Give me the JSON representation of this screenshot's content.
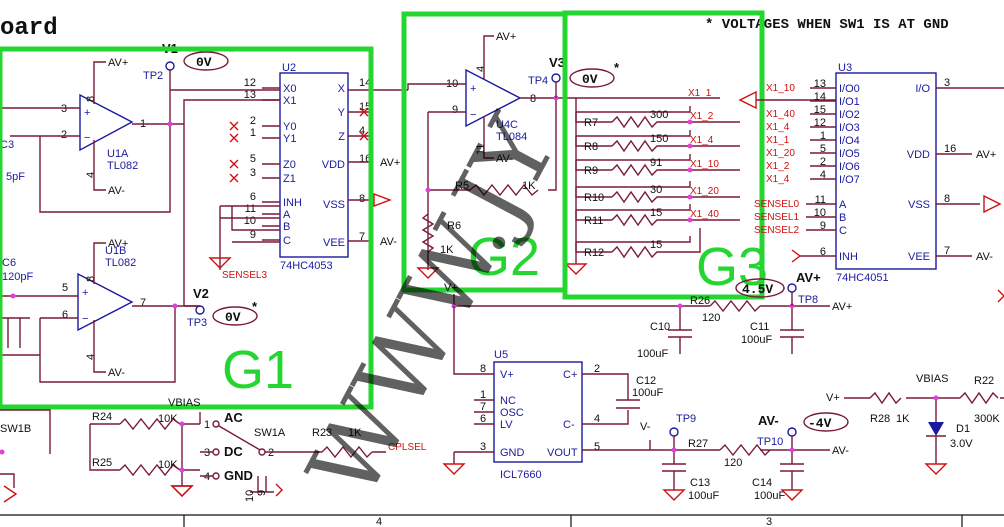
{
  "title_fragment": "oard",
  "note": "* VOLTAGES WHEN SW1 IS AT GND",
  "watermark": "WWW.JY",
  "groups": {
    "g1": "G1",
    "g2": "G2",
    "g3": "G3"
  },
  "rails": {
    "avp": "AV+",
    "avm": "AV-",
    "vp": "V+",
    "vm": "V-"
  },
  "u1a": {
    "ref": "U1A",
    "part": "TL082",
    "pin_in_p": "3",
    "pin_in_m": "2",
    "pin_out": "1",
    "pin_v8": "8",
    "pin_v4": "4"
  },
  "u1b": {
    "ref": "U1B",
    "part": "TL082",
    "pin_in_p": "5",
    "pin_in_m": "6",
    "pin_out": "7",
    "pin_v8": "8",
    "pin_v4": "4"
  },
  "c3": {
    "ref": "C3",
    "value": "5pF"
  },
  "c6": {
    "ref": "C6",
    "value": "120pF"
  },
  "testpoints": {
    "tp2": {
      "ref": "TP2",
      "label": "V1",
      "reading": "0V"
    },
    "tp3": {
      "ref": "TP3",
      "label": "V2",
      "reading": "0V"
    },
    "tp4": {
      "ref": "TP4",
      "label": "V3",
      "reading": "0V"
    },
    "tp8": {
      "ref": "TP8",
      "label": "AV+",
      "reading": "4.5V"
    },
    "tp9": {
      "ref": "TP9"
    },
    "tp10": {
      "ref": "TP10",
      "label": "AV-",
      "reading": "-4V"
    }
  },
  "star": "*",
  "u2": {
    "ref": "U2",
    "part": "74HC4053",
    "left": [
      {
        "pin": "12",
        "name": "X0"
      },
      {
        "pin": "13",
        "name": "X1"
      },
      {
        "pin": "2",
        "name": "Y0"
      },
      {
        "pin": "1",
        "name": "Y1"
      },
      {
        "pin": "5",
        "name": "Z0"
      },
      {
        "pin": "3",
        "name": "Z1"
      },
      {
        "pin": "6",
        "name": "INH"
      },
      {
        "pin": "11",
        "name": "A"
      },
      {
        "pin": "10",
        "name": "B"
      },
      {
        "pin": "9",
        "name": "C"
      }
    ],
    "right": [
      {
        "pin": "14",
        "name": "X"
      },
      {
        "pin": "15",
        "name": "Y"
      },
      {
        "pin": "4",
        "name": "Z"
      },
      {
        "pin": "16",
        "name": "VDD"
      },
      {
        "pin": "8",
        "name": "VSS"
      },
      {
        "pin": "7",
        "name": "VEE"
      }
    ],
    "net": "SENSEL3"
  },
  "u4c": {
    "ref": "U4C",
    "part": "TL084",
    "pin_in_p": "10",
    "pin_in_m": "9",
    "pin_out": "8",
    "pin_v4": "4",
    "pin_v11": "11"
  },
  "r5": {
    "ref": "R5",
    "value": "1K"
  },
  "r6": {
    "ref": "R6",
    "value": "1K"
  },
  "ladder": [
    {
      "ref": "R7",
      "value": "300",
      "net": "X1_2"
    },
    {
      "ref": "R8",
      "value": "150",
      "net": "X1_4"
    },
    {
      "ref": "R9",
      "value": "91",
      "net": "X1_10"
    },
    {
      "ref": "R10",
      "value": "30",
      "net": "X1_20"
    },
    {
      "ref": "R11",
      "value": "15",
      "net": "X1_40"
    },
    {
      "ref": "R12",
      "value": "15",
      "net": ""
    }
  ],
  "x1_1": "X1_1",
  "u3": {
    "ref": "U3",
    "part": "74HC4051",
    "left": [
      {
        "net": "X1_10",
        "pin": "13",
        "name": "I/O0"
      },
      {
        "net": "",
        "pin": "14",
        "name": "I/O1"
      },
      {
        "net": "X1_40",
        "pin": "15",
        "name": "I/O2"
      },
      {
        "net": "X1_4",
        "pin": "12",
        "name": "I/O3"
      },
      {
        "net": "X1_1",
        "pin": "1",
        "name": "I/O4"
      },
      {
        "net": "X1_20",
        "pin": "5",
        "name": "I/O5"
      },
      {
        "net": "X1_2",
        "pin": "2",
        "name": "I/O6"
      },
      {
        "net": "X1_4",
        "pin": "4",
        "name": "I/O7"
      },
      {
        "net": "SENSEL0",
        "pin": "11",
        "name": "A"
      },
      {
        "net": "SENSEL1",
        "pin": "10",
        "name": "B"
      },
      {
        "net": "SENSEL2",
        "pin": "9",
        "name": "C"
      },
      {
        "net": "",
        "pin": "6",
        "name": "INH"
      }
    ],
    "right": [
      {
        "pin": "3",
        "name": "I/O"
      },
      {
        "pin": "16",
        "name": "VDD"
      },
      {
        "pin": "8",
        "name": "VSS"
      },
      {
        "pin": "7",
        "name": "VEE"
      }
    ]
  },
  "r26": {
    "ref": "R26",
    "value": "120"
  },
  "r27": {
    "ref": "R27",
    "value": "120"
  },
  "c10": {
    "ref": "C10",
    "value": "100uF"
  },
  "c11": {
    "ref": "C11",
    "value": "100uF"
  },
  "c12": {
    "ref": "C12",
    "value": "100uF"
  },
  "c13": {
    "ref": "C13",
    "value": "100uF"
  },
  "c14": {
    "ref": "C14",
    "value": "100uF"
  },
  "u5": {
    "ref": "U5",
    "part": "ICL7660",
    "pins": {
      "vplus": "8",
      "nc": "1",
      "osc": "7",
      "lv": "6",
      "cplus": "2",
      "cminus": "4",
      "gnd": "3",
      "vout": "5"
    },
    "names": {
      "vplus": "V+",
      "nc": "NC",
      "osc": "OSC",
      "lv": "LV",
      "cplus": "C+",
      "cminus": "C-",
      "gnd": "GND",
      "vout": "VOUT"
    }
  },
  "sw": {
    "sw1a": "SW1A",
    "sw1b": "SW1B",
    "ac": "AC",
    "dc": "DC",
    "gnd": "GND",
    "p1": "1",
    "p2": "2",
    "p3": "3",
    "p4": "4",
    "p9": "9",
    "p10": "10"
  },
  "r24": {
    "ref": "R24",
    "value": "10K"
  },
  "r25": {
    "ref": "R25",
    "value": "10K"
  },
  "r23": {
    "ref": "R23",
    "value": "1K"
  },
  "vbias": "VBIAS",
  "cplsel": "CPLSEL",
  "r28": {
    "ref": "R28",
    "value": "1K"
  },
  "r22": {
    "ref": "R22",
    "value": "300K"
  },
  "d1": {
    "ref": "D1",
    "value": "3.0V"
  },
  "border": {
    "z4": "4",
    "z3": "3"
  }
}
